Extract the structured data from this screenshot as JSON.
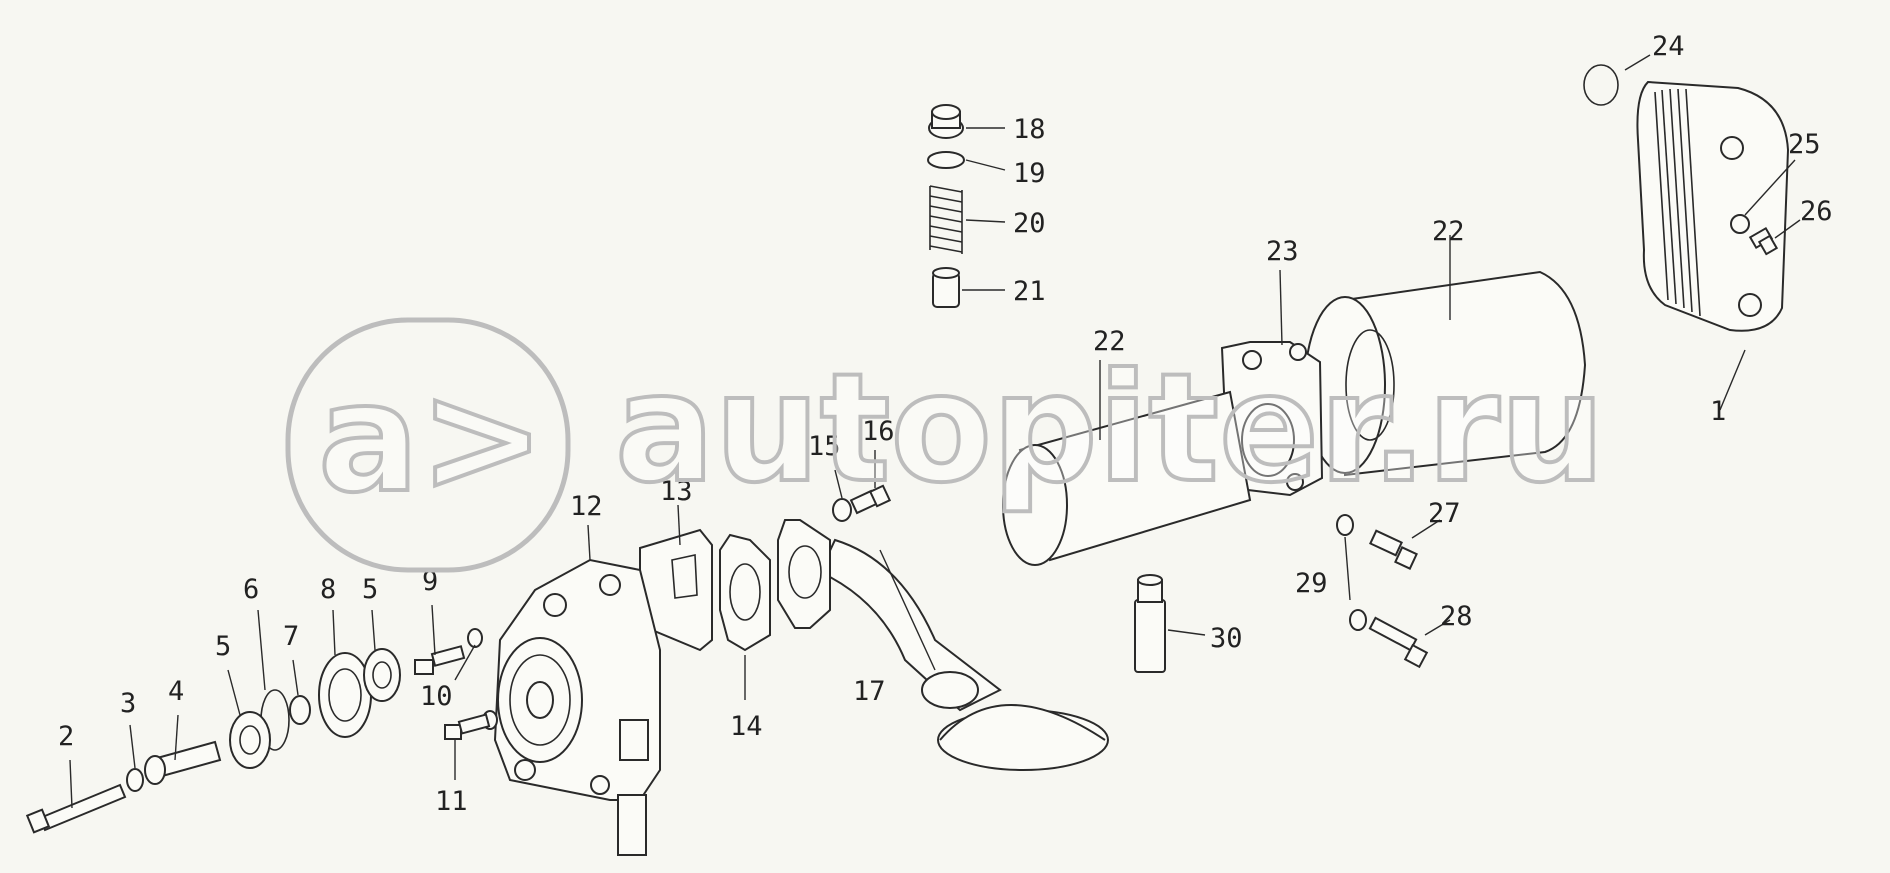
{
  "watermark": {
    "text": "autopiter.ru",
    "logo_text": "a>"
  },
  "callouts": [
    "1",
    "2",
    "3",
    "4",
    "5",
    "5",
    "6",
    "7",
    "8",
    "9",
    "10",
    "11",
    "12",
    "13",
    "14",
    "15",
    "16",
    "17",
    "18",
    "19",
    "20",
    "21",
    "22",
    "22",
    "23",
    "24",
    "25",
    "26",
    "27",
    "28",
    "29",
    "30"
  ]
}
